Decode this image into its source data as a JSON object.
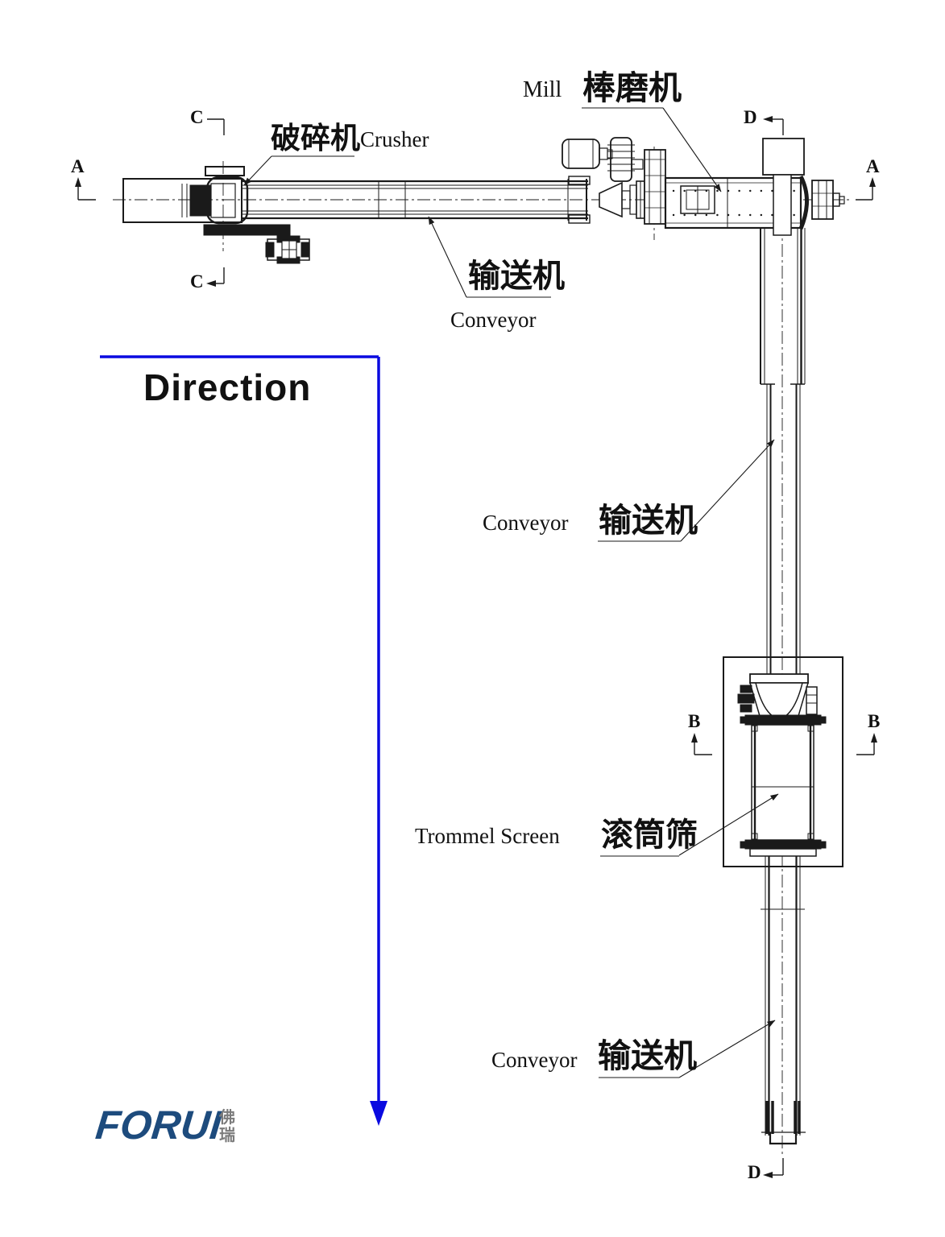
{
  "labels": {
    "crusher": {
      "zh": "破碎机",
      "en": "Crusher"
    },
    "conveyor_top": {
      "zh": "输送机",
      "en": "Conveyor"
    },
    "mill": {
      "en": "Mill",
      "zh": "棒磨机"
    },
    "conveyor_mid": {
      "en": "Conveyor",
      "zh": "输送机"
    },
    "trommel_screen": {
      "en": "Trommel Screen",
      "zh": "滚筒筛"
    },
    "conveyor_bottom": {
      "en": "Conveyor",
      "zh": "输送机"
    },
    "direction": "Direction"
  },
  "section_markers": {
    "a_left": "A",
    "a_right": "A",
    "b_left": "B",
    "b_right": "B",
    "c_top": "C",
    "c_bottom": "C",
    "d_top": "D",
    "d_bottom": "D"
  },
  "logo": {
    "name": "FORUI",
    "zh_top": "佛",
    "zh_bottom": "瑞"
  },
  "colors": {
    "line": "#1a1a1a",
    "direction_arrow": "#0a0ae0",
    "logo_blue": "#1d4b7d",
    "logo_gray": "#7b7b7b"
  }
}
